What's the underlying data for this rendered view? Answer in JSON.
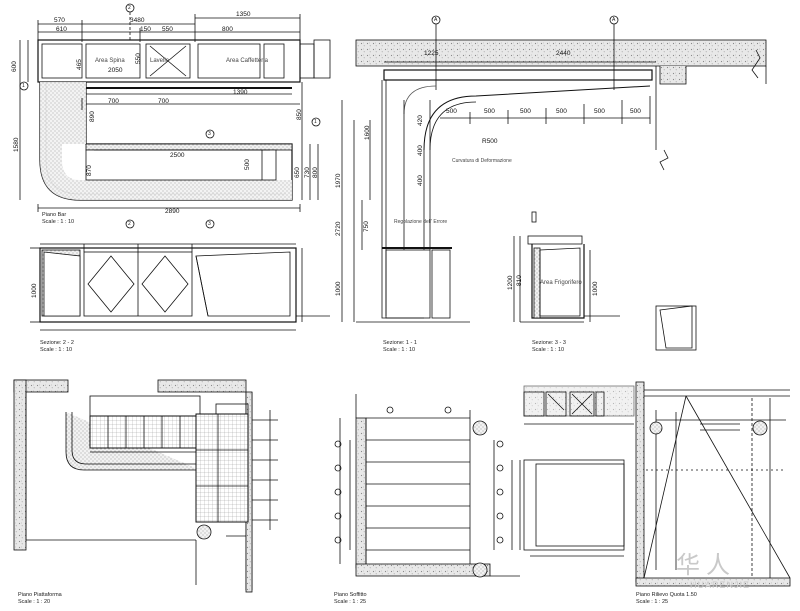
{
  "titles": {
    "plan_bar": "Piano Bar",
    "plan_bar_scale": "Scale : 1 : 10",
    "sec22": "Sezione: 2 - 2",
    "sec22_scale": "Scale : 1 : 10",
    "sec11": "Sezione: 1 - 1",
    "sec11_scale": "Scale : 1 : 10",
    "sec33": "Sezione: 3 - 3",
    "sec33_scale": "Scale : 1 : 10",
    "piattaforma": "Piano Piattaforma",
    "piattaforma_scale": "Scale : 1 : 20",
    "soffitto": "Piano Soffitto",
    "soffitto_scale": "Scale : 1 : 25",
    "rilievo": "Piano Rilievo Quota 1.50",
    "rilievo_scale": "Scale : 1 : 25"
  },
  "areas": {
    "spina": "Area Spina",
    "lavello": "Lavello",
    "caffetteria": "Area Caffetteria",
    "frigorifero": "Area Frigorifero",
    "curvatura": "Curvatura di Deformazione",
    "regolazione": "Regolazione dell' Errore"
  },
  "dims": {
    "d570": "570",
    "d610": "610",
    "d3480": "3480",
    "d150": "150",
    "d550": "550",
    "d1350": "1350",
    "d800": "800",
    "d600": "600",
    "d465": "465",
    "d2050": "2050",
    "d550b": "550",
    "d700a": "700",
    "d700b": "700",
    "d1390": "1390",
    "d850": "850",
    "d1580": "1580",
    "d890": "890",
    "d2500": "2500",
    "d500": "500",
    "d870": "870",
    "d650": "650",
    "d730": "730",
    "d800b": "800",
    "d2890": "2890",
    "d1225": "1225",
    "d2440": "2440",
    "d1600": "1600",
    "d420": "420",
    "d400a": "400",
    "d400b": "400",
    "d1970": "1970",
    "d2720": "2720",
    "d750": "750",
    "d1000a": "1000",
    "d1000b": "1000",
    "d1200": "1200",
    "d810": "810",
    "d1000c": "1000",
    "r500": "R500",
    "s500a": "500",
    "s500b": "500",
    "s500c": "500",
    "s500d": "500",
    "s500e": "500",
    "s500f": "500"
  },
  "markers": {
    "two": "2",
    "three": "3",
    "one": "1",
    "a": "A"
  },
  "watermark": {
    "cn": "华人",
    "en": "HUARENJIE"
  }
}
